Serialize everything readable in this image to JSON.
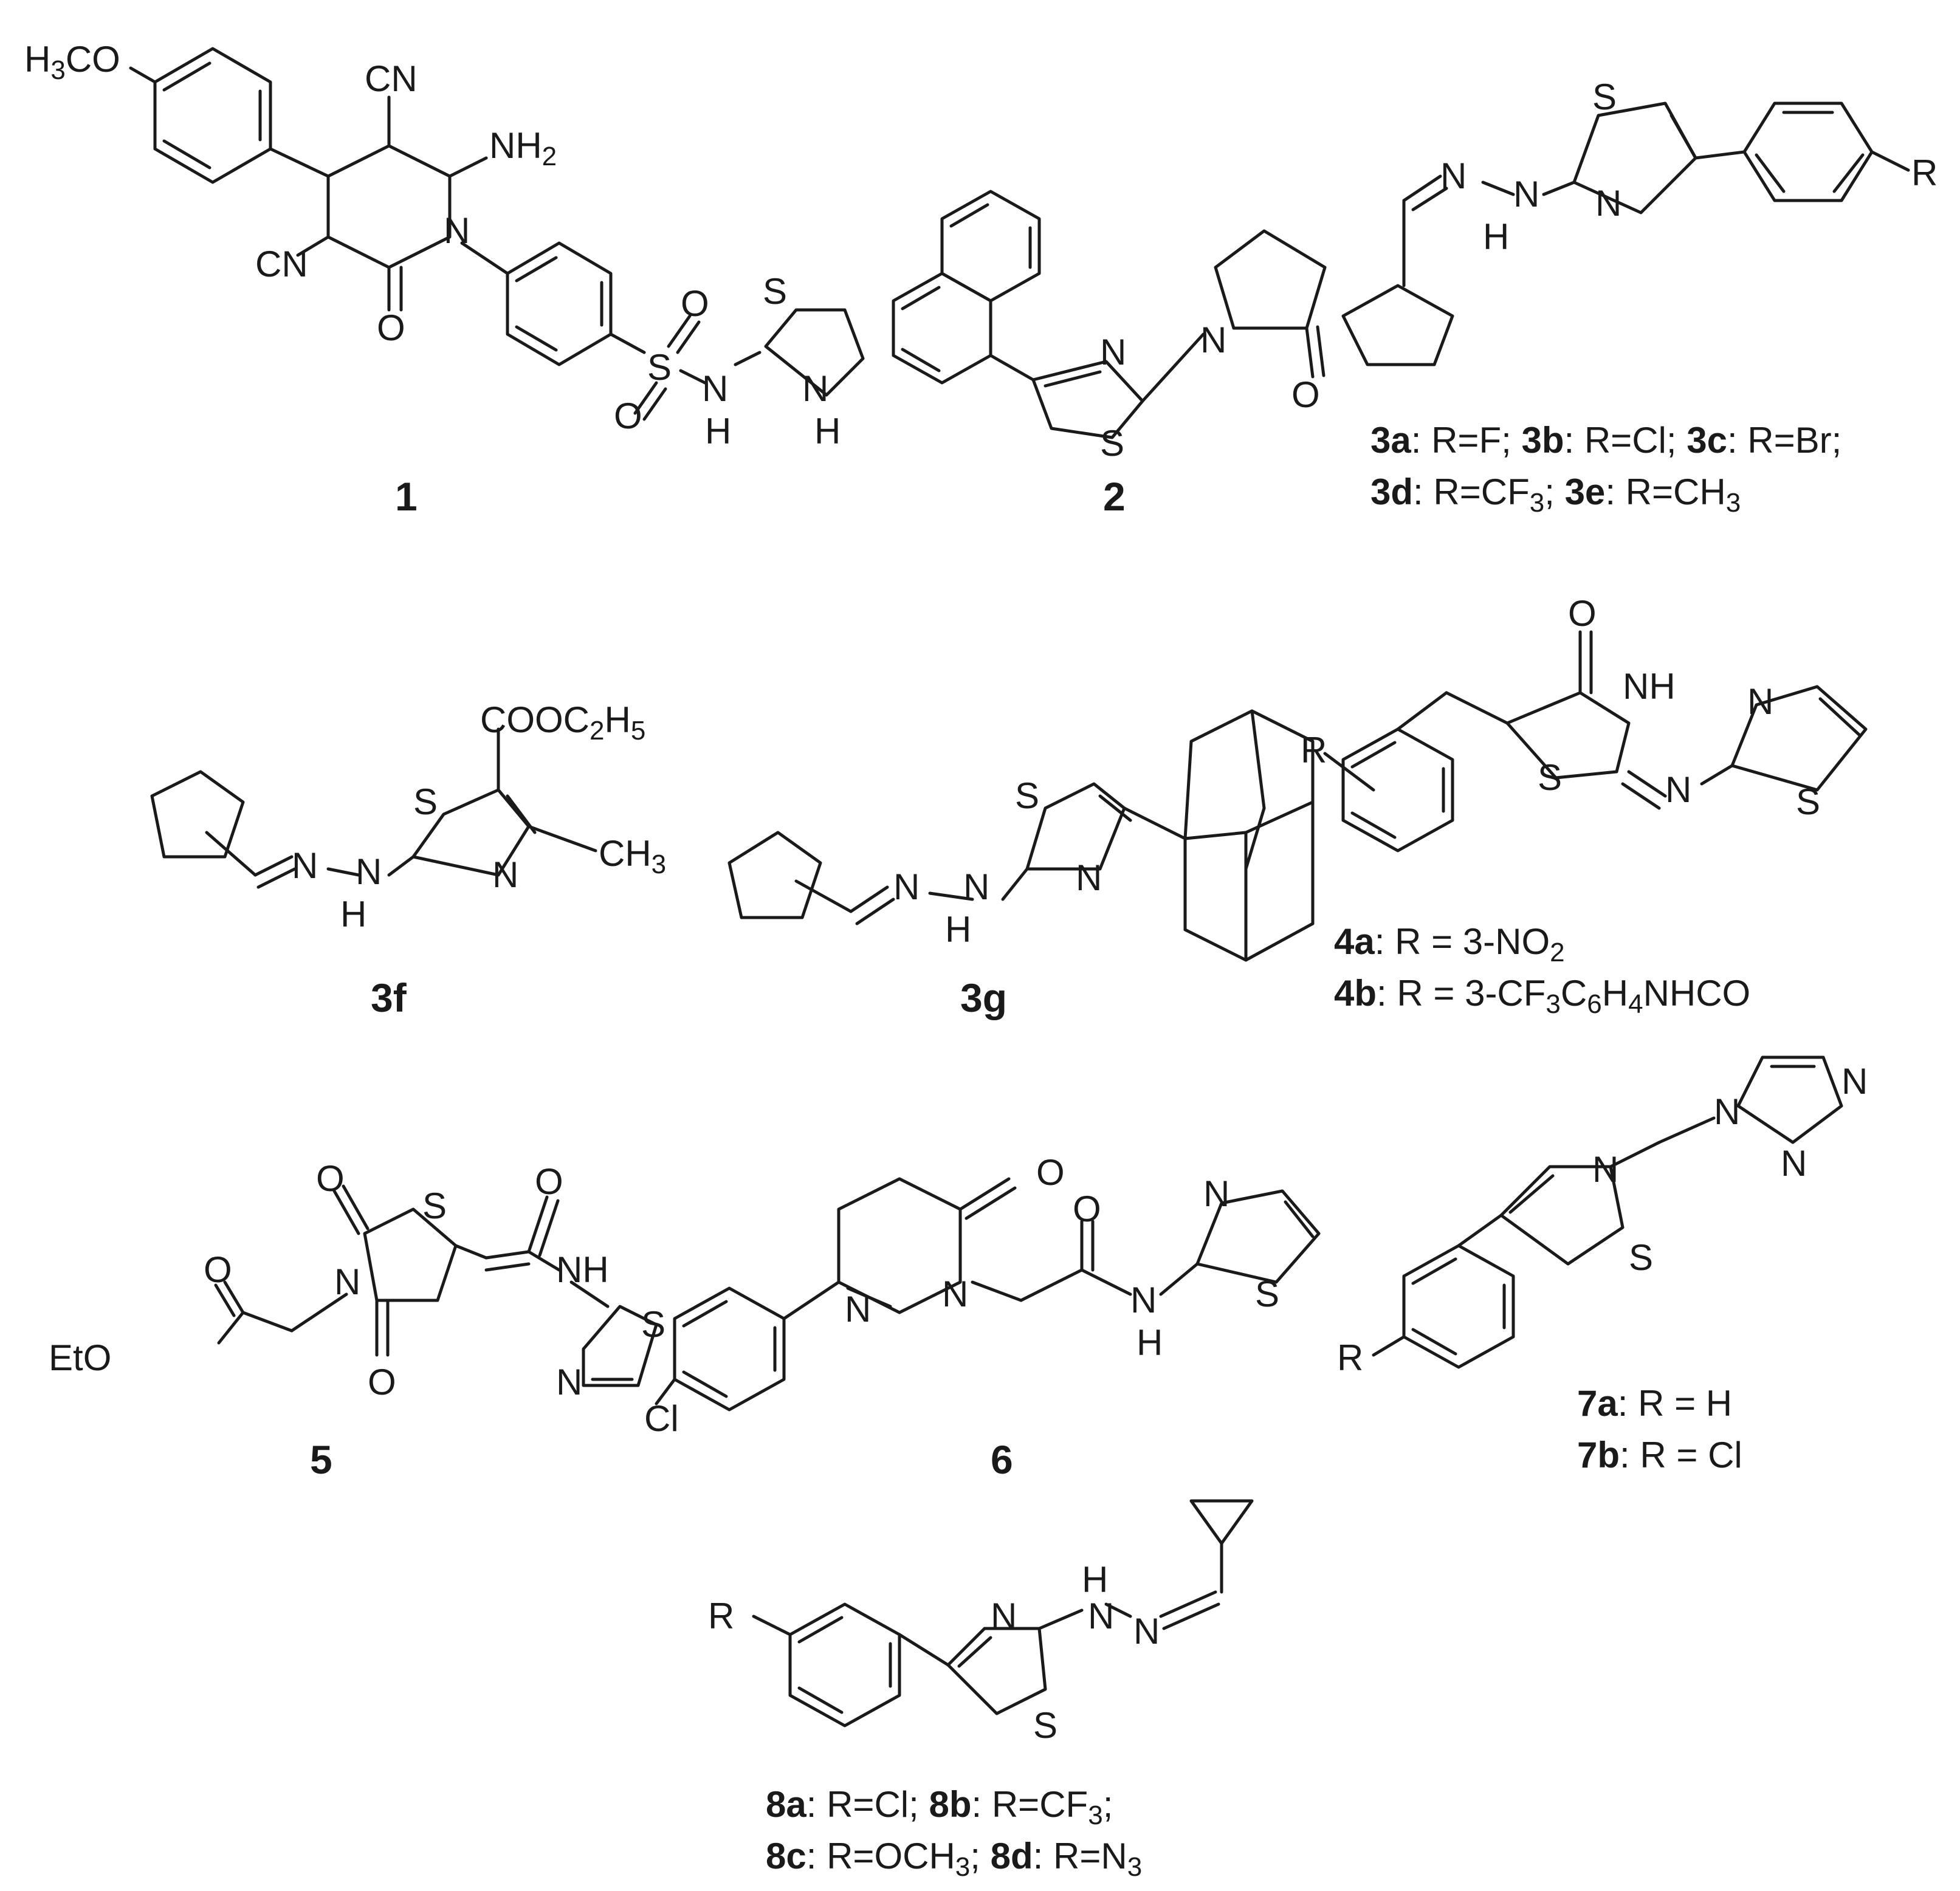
{
  "compounds": [
    {
      "id": "1",
      "captions": []
    },
    {
      "id": "2",
      "captions": []
    },
    {
      "id": "3a–3e",
      "captions": [
        [
          {
            "t": "3a",
            "b": true
          },
          {
            "t": ": R=F; "
          },
          {
            "t": "3b",
            "b": true
          },
          {
            "t": ": R=Cl; "
          },
          {
            "t": "3c",
            "b": true
          },
          {
            "t": ": R=Br;"
          }
        ],
        [
          {
            "t": "3d",
            "b": true
          },
          {
            "t": ": R=CF"
          },
          {
            "t": "3",
            "sub": true
          },
          {
            "t": "; "
          },
          {
            "t": "3e",
            "b": true
          },
          {
            "t": ": R=CH"
          },
          {
            "t": "3",
            "sub": true
          }
        ]
      ]
    },
    {
      "id": "3f",
      "captions": []
    },
    {
      "id": "3g",
      "captions": []
    },
    {
      "id": "4a–4b",
      "captions": [
        [
          {
            "t": "4a",
            "b": true
          },
          {
            "t": ": R = 3-NO"
          },
          {
            "t": "2",
            "sub": true
          }
        ],
        [
          {
            "t": "4b",
            "b": true
          },
          {
            "t": ": R = 3-CF"
          },
          {
            "t": "3",
            "sub": true
          },
          {
            "t": "C"
          },
          {
            "t": "6",
            "sub": true
          },
          {
            "t": "H"
          },
          {
            "t": "4",
            "sub": true
          },
          {
            "t": "NHCO"
          }
        ]
      ]
    },
    {
      "id": "5",
      "captions": []
    },
    {
      "id": "6",
      "captions": []
    },
    {
      "id": "7a–7b",
      "captions": [
        [
          {
            "t": "7a",
            "b": true
          },
          {
            "t": ":  R = H"
          }
        ],
        [
          {
            "t": "7b",
            "b": true
          },
          {
            "t": ":  R = Cl"
          }
        ]
      ]
    },
    {
      "id": "8a–8d",
      "captions": [
        [
          {
            "t": "8a",
            "b": true
          },
          {
            "t": ": R=Cl; "
          },
          {
            "t": "8b",
            "b": true
          },
          {
            "t": ": R=CF"
          },
          {
            "t": "3",
            "sub": true
          },
          {
            "t": ";"
          }
        ],
        [
          {
            "t": "8c",
            "b": true
          },
          {
            "t": ": R=OCH"
          },
          {
            "t": "3",
            "sub": true
          },
          {
            "t": "; "
          },
          {
            "t": "8d",
            "b": true
          },
          {
            "t": ": R=N"
          },
          {
            "t": "3",
            "sub": true
          }
        ]
      ]
    }
  ],
  "labels": {
    "c1_h3co": "H3CO",
    "c1_cn_top": "CN",
    "c1_nh2": "NH2",
    "c1_cn_left": "CN",
    "c1_n": "N",
    "c1_o": "O",
    "c1_s": "S",
    "c1_so1": "O",
    "c1_so2": "O",
    "c1_nh": "NH",
    "c1_ring_s": "S",
    "c1_ring_nh": "NH",
    "c2_n_thz": "N",
    "c2_s_thz": "S",
    "c2_n_pyr": "N",
    "c2_o": "O",
    "c3_s": "S",
    "c3_n_thz": "N",
    "c3_n1": "N",
    "c3_nh": "NH",
    "c3_r": "R",
    "c3f_s": "S",
    "c3f_n_thz": "N",
    "c3f_n1": "N",
    "c3f_nh": "NH",
    "c3f_ester": "COOC2H5",
    "c3f_ch3": "CH3",
    "c3g_s": "S",
    "c3g_n_thz": "N",
    "c3g_n1": "N",
    "c3g_nh": "NH",
    "c4_o": "O",
    "c4_nh": "NH",
    "c4_s": "S",
    "c4_n_ex": "N",
    "c4_n_thz": "N",
    "c4_s_thz": "S",
    "c4_r": "R",
    "c5_o_top": "O",
    "c5_s": "S",
    "c5_n": "N",
    "c5_o_bot": "O",
    "c5_o_amide": "O",
    "c5_nh": "NH",
    "c5_n_thz": "N",
    "c5_s_thz": "S",
    "c5_eto": "EtO",
    "c5_o_ester": "O",
    "c6_o_ring": "O",
    "c6_n1": "N",
    "c6_n2": "N",
    "c6_o_amide": "O",
    "c6_nh": "NH",
    "c6_n_thz": "N",
    "c6_s_thz": "S",
    "c6_cl": "Cl",
    "c7_n_thz": "N",
    "c7_s_thz": "S",
    "c7_n_trz1": "N",
    "c7_n_trz2": "N",
    "c7_n_trz4": "N",
    "c7_r": "R",
    "c8_r": "R",
    "c8_n_thz": "N",
    "c8_s_thz": "S",
    "c8_nh": "NH",
    "c8_n": "N"
  }
}
